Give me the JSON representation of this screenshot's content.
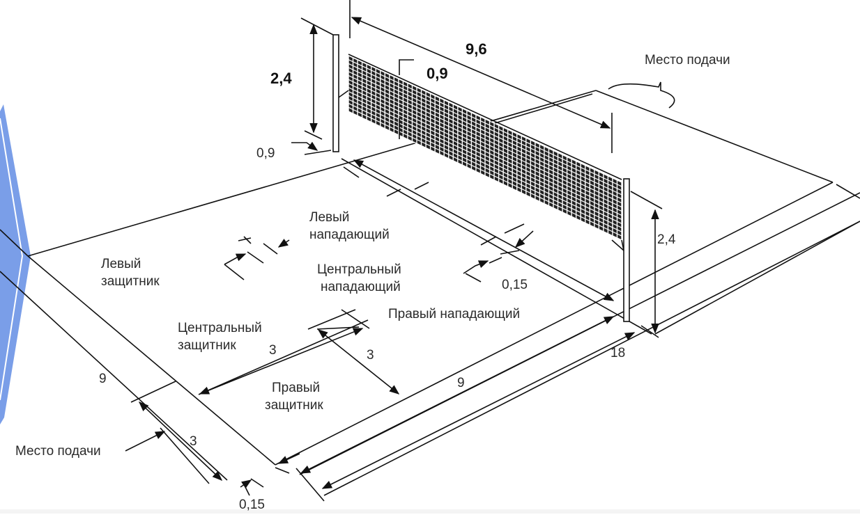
{
  "colors": {
    "accent_shape": "#7a9ee8",
    "line": "#111111",
    "text": "#2a2a2a"
  },
  "diagram": {
    "net": {
      "length": "9,6",
      "height_left": "2,4",
      "height_right": "2,4",
      "mesh_height": "0,9",
      "post_offset": "0,9"
    },
    "serve_zone_top": "Место подачи",
    "serve_zone_bottom": "Место подачи",
    "positions": {
      "left_attacker": [
        "Левый",
        "нападающий"
      ],
      "center_attacker": [
        "Центральный",
        "нападающий"
      ],
      "right_attacker": "Правый нападающий",
      "left_defender": [
        "Левый",
        "защитник"
      ],
      "center_defender": [
        "Центральный",
        "защитник"
      ],
      "right_defender": [
        "Правый",
        "защитник"
      ]
    },
    "dimensions": {
      "line_width_front": "0,15",
      "line_width_back": "0,15",
      "attack_zone_3a": "3",
      "attack_zone_3b": "3",
      "serve_depth_3": "3",
      "court_width_9": "9",
      "half_length_9": "9",
      "court_length_18": "18"
    }
  }
}
